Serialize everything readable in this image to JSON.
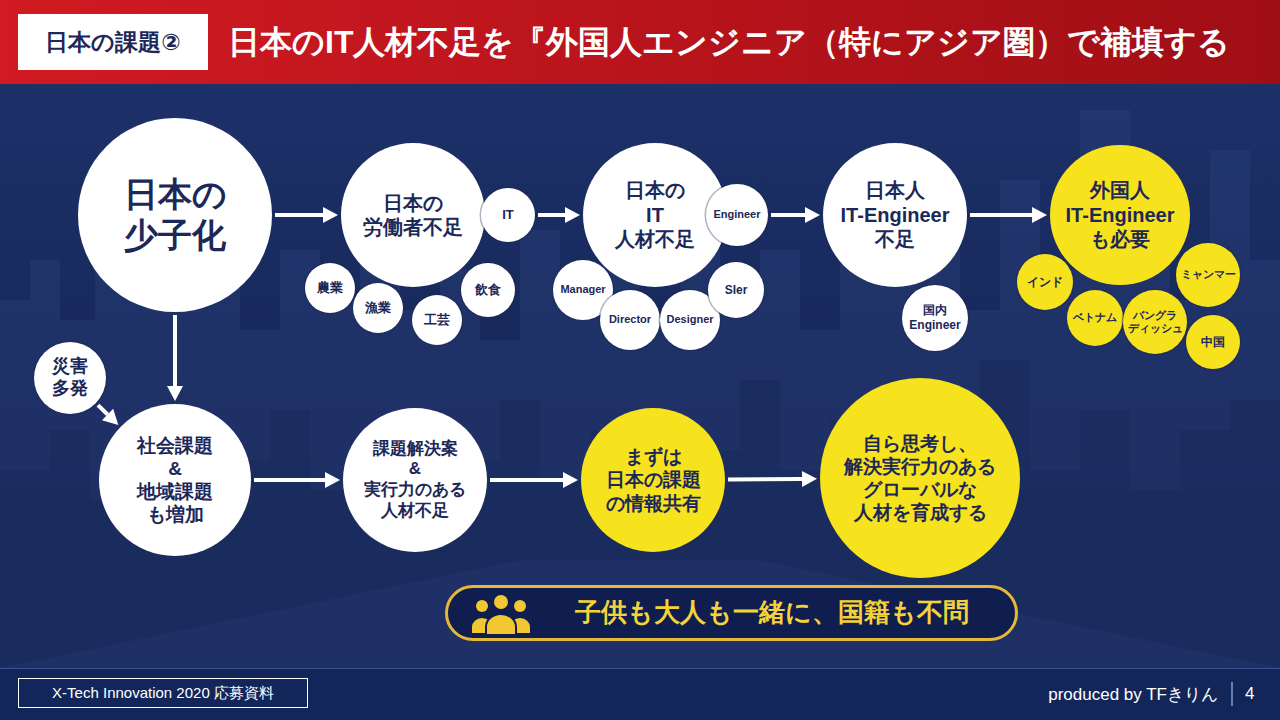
{
  "diagram": {
    "title": "日本のIT人材不足を『外国人エンジニア（特にアジア圏）で補填する",
    "nodes": [
      {
        "text": [
          "日本の課題②"
        ]
      },
      {
        "text": [
          "日本の 少子化"
        ]
      },
      {
        "text": [
          "日本の 労働者不足"
        ]
      },
      {
        "text": [
          "IT"
        ]
      },
      {
        "text": [
          "農業"
        ]
      },
      {
        "text": [
          "漁業"
        ]
      },
      {
        "text": [
          "工芸"
        ]
      },
      {
        "text": [
          "飲食"
        ]
      },
      {
        "text": [
          "日本の IT 人材不足"
        ]
      },
      {
        "text": [
          "Engineer"
        ]
      },
      {
        "text": [
          "Manager"
        ]
      },
      {
        "text": [
          "Director"
        ]
      },
      {
        "text": [
          "Designer"
        ]
      },
      {
        "text": [
          "SIer"
        ]
      },
      {
        "text": [
          "日本人 IT-Engineer 不足"
        ]
      },
      {
        "text": [
          "国内 Engineer"
        ]
      },
      {
        "text": [
          "外国人 IT-Engineer も必要"
        ]
      },
      {
        "text": [
          "インド"
        ]
      },
      {
        "text": [
          "ミャンマー"
        ]
      },
      {
        "text": [
          "ベトナム"
        ]
      },
      {
        "text": [
          "バングラ ディッシュ"
        ]
      },
      {
        "text": [
          "中国"
        ]
      },
      {
        "text": [
          "災害 多発"
        ]
      },
      {
        "text": [
          "社会課題 & 地域課題 も増加"
        ]
      },
      {
        "text": [
          "課題解決案 & 実行力のある 人材不足"
        ]
      },
      {
        "text": [
          "まずは 日本の課題 の情報共有"
        ]
      },
      {
        "text": [
          "自ら思考し、 解決実行力のある グローバルな 人材を育成する"
        ]
      },
      {
        "text": [
          "子供も大人も一緒に、国籍も不問"
        ]
      },
      {
        "text": [
          "X-Tech Innovation 2020 応募資料"
        ]
      }
    ],
    "edges": [
      {
        "from": 1,
        "to": 2,
        "arrow": "to"
      },
      {
        "from": 3,
        "to": 8,
        "arrow": "to"
      },
      {
        "from": 9,
        "to": 14,
        "arrow": "to"
      },
      {
        "from": 14,
        "to": 16,
        "arrow": "to"
      },
      {
        "from": 1,
        "to": 23,
        "arrow": "to"
      },
      {
        "from": 22,
        "to": 23,
        "arrow": "to"
      },
      {
        "from": 23,
        "to": 24,
        "arrow": "to"
      },
      {
        "from": 24,
        "to": 25,
        "arrow": "to"
      },
      {
        "from": 25,
        "to": 26,
        "arrow": "to"
      }
    ],
    "labels": [
      "produced by TFきりん",
      "4"
    ]
  }
}
